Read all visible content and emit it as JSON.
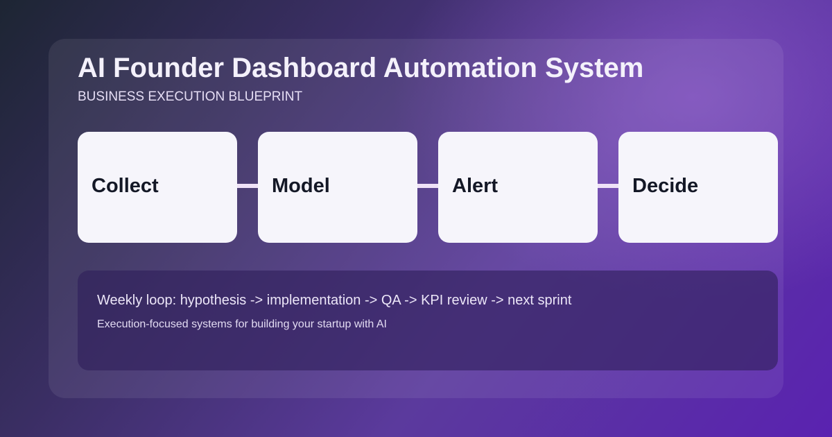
{
  "header": {
    "title": "AI Founder Dashboard Automation System",
    "subtitle": "BUSINESS EXECUTION BLUEPRINT"
  },
  "steps": [
    {
      "label": "Collect"
    },
    {
      "label": "Model"
    },
    {
      "label": "Alert"
    },
    {
      "label": "Decide"
    }
  ],
  "note": {
    "loop": "Weekly loop: hypothesis -> implementation -> QA -> KPI review -> next sprint",
    "tagline": "Execution-focused systems for building your startup with AI"
  },
  "colors": {
    "step_background": "#f6f5fb",
    "connector": "#efe2f7",
    "title_text": "#f4f1fb",
    "step_text": "#141826"
  }
}
